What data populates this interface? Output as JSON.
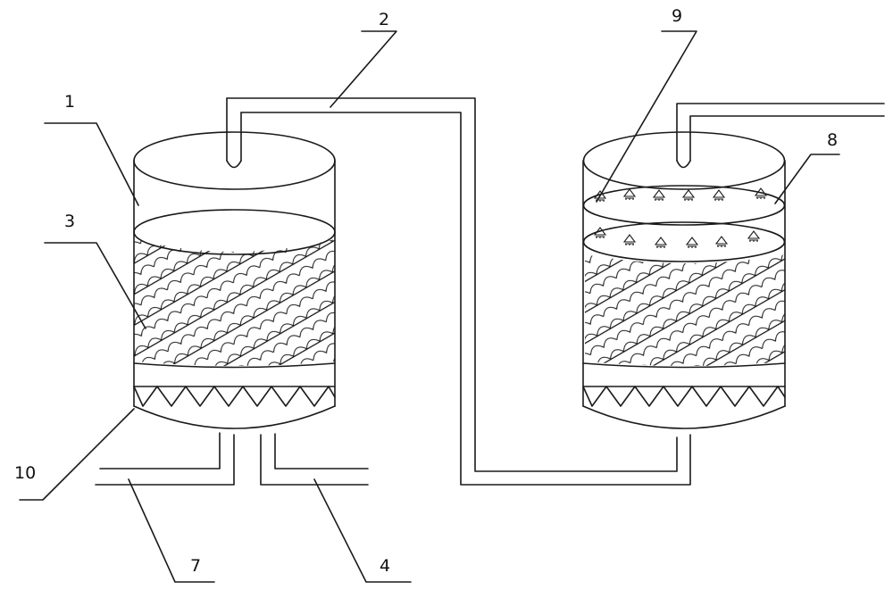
{
  "labels": {
    "l1": "1",
    "l2": "2",
    "l3": "3",
    "l4": "4",
    "l7": "7",
    "l8": "8",
    "l9": "9",
    "l10": "10"
  },
  "icons": {
    "packing": "fish-scale-packing-pattern",
    "nozzle": "spray-nozzle-icon",
    "distributor": "zigzag-gas-distributor"
  }
}
